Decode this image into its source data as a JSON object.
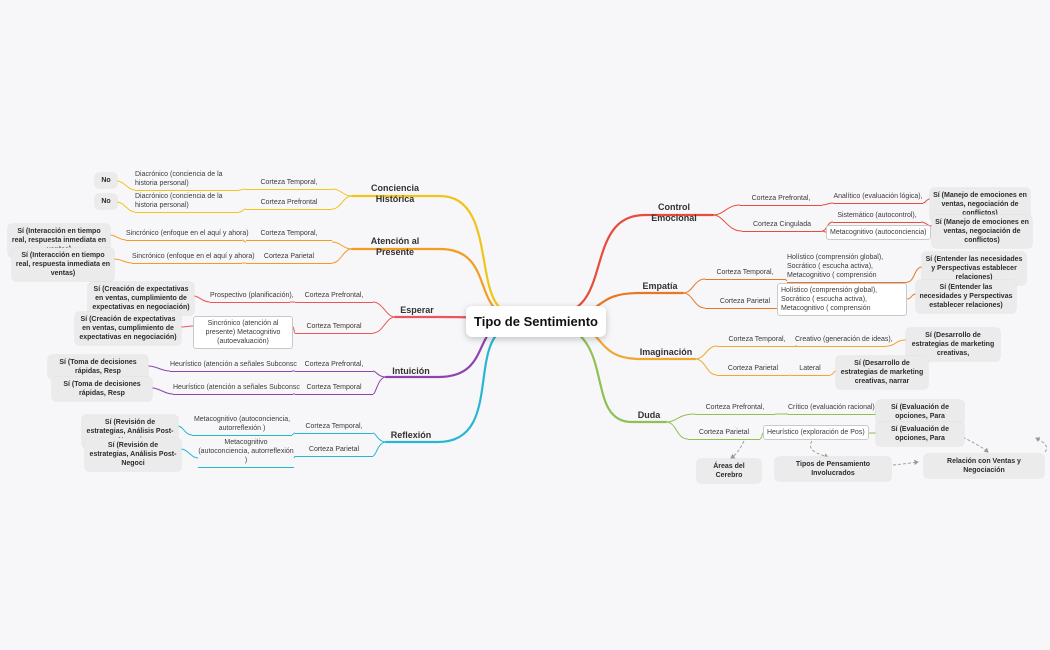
{
  "title": "Tipo de Sentimiento",
  "colors": {
    "conciencia": "#f0c419",
    "atencion": "#f59b22",
    "esperar": "#e8575b",
    "intuicion": "#8e44ad",
    "reflexion": "#29b6d2",
    "control": "#e74c3c",
    "empatia": "#e87725",
    "imaginacion": "#f0a830",
    "duda": "#8dc153",
    "tag_bg": "#ebebeb",
    "background": "#f7f7f9"
  },
  "left": [
    {
      "label": "Conciencia Histórica",
      "children": [
        {
          "cortex": "Corteza Temporal,",
          "thought": "Diacrónico (conciencia de la historia personal)",
          "tag": "No"
        },
        {
          "cortex": "Corteza Prefrontal",
          "thought": "Diacrónico (conciencia de la historia personal)",
          "tag": "No"
        }
      ]
    },
    {
      "label": "Atención al Presente",
      "children": [
        {
          "cortex": "Corteza Temporal,",
          "thought": "Sincrónico (enfoque en el aquí y ahora)",
          "tag": "Sí (Interacción en tiempo real, respuesta inmediata en ventas)"
        },
        {
          "cortex": "Corteza Parietal",
          "thought": "Sincrónico (enfoque en el aquí y ahora)",
          "tag": "Sí (Interacción en tiempo real, respuesta inmediata en ventas)"
        }
      ]
    },
    {
      "label": "Esperar",
      "children": [
        {
          "cortex": "Corteza Prefrontal,",
          "thought": "Prospectivo (planificación),",
          "tag": "Sí (Creación de expectativas en ventas, cumplimiento de expectativas en negociación)"
        },
        {
          "cortex": "Corteza Temporal",
          "thought": "Sincrónico (atención al presente) Metacognitivo (autoevaluación)",
          "tag": "Sí (Creación de expectativas en ventas, cumplimiento de expectativas en negociación)"
        }
      ]
    },
    {
      "label": "Intuición",
      "children": [
        {
          "cortex": "Corteza Prefrontal,",
          "thought": "Heurístico (atención a señales Subconsc",
          "tag": "Sí (Toma de decisiones rápidas, Resp"
        },
        {
          "cortex": "Corteza Temporal",
          "thought": "Heurístico (atención a señales Subconsc",
          "tag": "Sí (Toma de decisiones rápidas, Resp"
        }
      ]
    },
    {
      "label": "Reflexión",
      "children": [
        {
          "cortex": "Corteza Temporal,",
          "thought": "Metacognitivo (autoconciencia, autorreflexión )",
          "tag": "Sí (Revisión de estrategias, Análisis Post-Negoci"
        },
        {
          "cortex": "Corteza Parietal",
          "thought": "Metacognitivo (autoconciencia, autorreflexión )",
          "tag": "Sí (Revisión de estrategias, Análisis Post-Negoci"
        }
      ]
    }
  ],
  "right": [
    {
      "label": "Control Emocional",
      "children": [
        {
          "cortex": "Corteza Prefrontal,",
          "thought": "Analítico (evaluación lógica),",
          "tag": "Sí (Manejo de emociones en ventas, negociación de conflictos)"
        },
        {
          "cortex": "Corteza Cingulada",
          "thought": "Sistemático (autocontrol),",
          "thought2": "Metacognitivo (autoconciencia)",
          "tag": "Sí (Manejo de emociones en ventas, negociación de conflictos)"
        }
      ]
    },
    {
      "label": "Empatía",
      "children": [
        {
          "cortex": "Corteza Temporal,",
          "thought": "Holístico (comprensión global), Socrático ( escucha activa), Metacognitivo ( comprensión",
          "tag": "Sí (Entender las necesidades y Perspectivas establecer relaciones)"
        },
        {
          "cortex": "Corteza Parietal",
          "thought": "Holístico (comprensión global), Socrático ( escucha activa), Metacognitivo ( comprensión",
          "tag": "Sí (Entender las necesidades y Perspectivas establecer relaciones)"
        }
      ]
    },
    {
      "label": "Imaginación",
      "children": [
        {
          "cortex": "Corteza Temporal,",
          "thought": "Creativo (generación de ideas),",
          "tag": "Sí (Desarrollo de estrategias de marketing creativas,"
        },
        {
          "cortex": "Corteza Parietal",
          "thought": "Lateral",
          "tag": "Sí (Desarrollo de estrategias de marketing creativas, narrar"
        }
      ]
    },
    {
      "label": "Duda",
      "children": [
        {
          "cortex": "Corteza Prefrontal,",
          "thought": "Crítico (evaluación racional),",
          "tag": "Sí (Evaluación de opciones, Para"
        },
        {
          "cortex": "Corteza Parietal",
          "thought": "Heurístico (exploración de Pos)",
          "tag": "Sí (Evaluación de opciones, Para"
        }
      ]
    }
  ],
  "legend": [
    {
      "label": "Áreas del Cerebro"
    },
    {
      "label": "Tipos de Pensamiento Involucrados"
    },
    {
      "label": "Relación con Ventas y Negociación"
    }
  ]
}
